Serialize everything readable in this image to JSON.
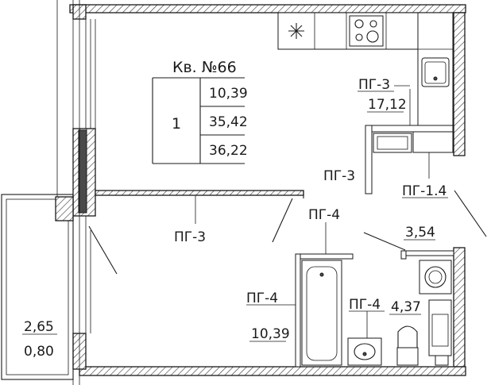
{
  "apartment": {
    "title": "Кв. №66",
    "rooms": "1",
    "areas": [
      "10,39",
      "35,42",
      "36,22"
    ]
  },
  "rooms": {
    "kitchen_area": "17,12",
    "hall_area": "3,54",
    "bath_area": "4,37",
    "living_area": "10,39",
    "balcony_area_main": "2,65",
    "balcony_area_coef": "0,80"
  },
  "partitions": {
    "pg3_kitchen": "ПГ-3",
    "pg3_hall": "ПГ-3",
    "pg14": "ПГ-1.4",
    "pg3_room": "ПГ-3",
    "pg4_top": "ПГ-4",
    "pg4_left": "ПГ-4",
    "pg4_bath": "ПГ-4"
  },
  "icons": [
    "burner-icon",
    "stove-icon",
    "sink-icon",
    "washer-icon",
    "bathtub-icon",
    "toilet-icon"
  ]
}
